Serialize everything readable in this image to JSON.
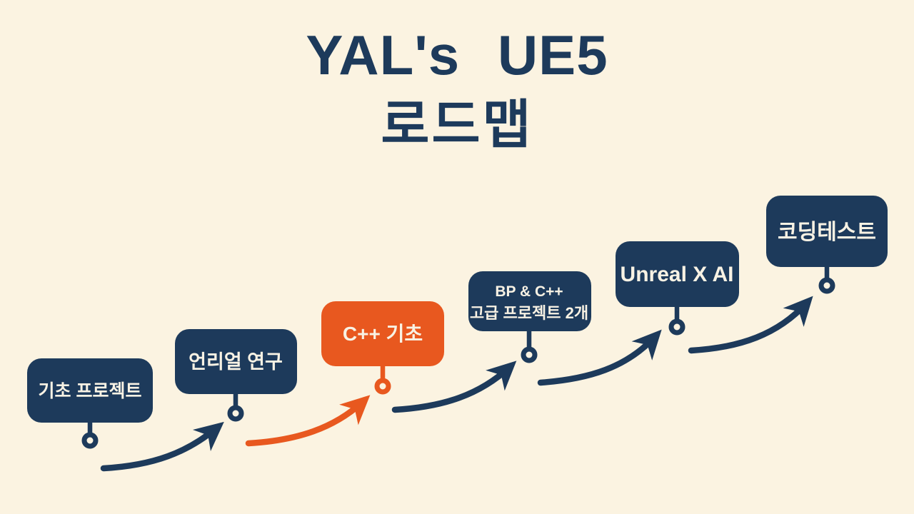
{
  "title": {
    "line1": "YAL's UE5",
    "line2": "로드맵"
  },
  "colors": {
    "background": "#FBF3E1",
    "navy": "#1D3A5B",
    "orange": "#E8581F",
    "box_text": "#F8F2E4"
  },
  "steps": [
    {
      "id": "basic-project",
      "label": "기초 프로젝트",
      "highlighted": false
    },
    {
      "id": "unreal-research",
      "label": "언리얼 연구",
      "highlighted": false
    },
    {
      "id": "cpp-basics",
      "label": "C++ 기초",
      "highlighted": true
    },
    {
      "id": "advanced-projects",
      "label_line1": "BP & C++",
      "label_line2": "고급 프로젝트 2개",
      "highlighted": false
    },
    {
      "id": "unreal-x-ai",
      "label": "Unreal X AI",
      "highlighted": false
    },
    {
      "id": "coding-test",
      "label": "코딩테스트",
      "highlighted": false
    }
  ],
  "connections": [
    {
      "from": "basic-project",
      "to": "unreal-research",
      "color": "navy"
    },
    {
      "from": "unreal-research",
      "to": "cpp-basics",
      "color": "orange"
    },
    {
      "from": "cpp-basics",
      "to": "advanced-projects",
      "color": "navy"
    },
    {
      "from": "advanced-projects",
      "to": "unreal-x-ai",
      "color": "navy"
    },
    {
      "from": "unreal-x-ai",
      "to": "coding-test",
      "color": "navy"
    }
  ]
}
